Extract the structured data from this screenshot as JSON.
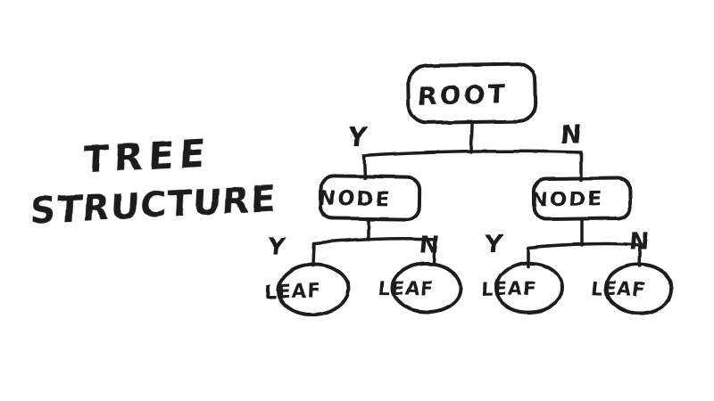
{
  "colors": {
    "ink": "#1c1c1c",
    "background": "#ffffff"
  },
  "title": {
    "line1": "TREE",
    "line2": "STRUCTURE"
  },
  "tree": {
    "root": {
      "label": "ROOT"
    },
    "level1": [
      {
        "edge_label": "Y",
        "label": "NODE"
      },
      {
        "edge_label": "N",
        "label": "NODE"
      }
    ],
    "leaves": [
      {
        "edge_label": "Y",
        "label": "LEAF"
      },
      {
        "edge_label": "N",
        "label": "LEAF"
      },
      {
        "edge_label": "Y",
        "label": "LEAF"
      },
      {
        "edge_label": "N",
        "label": "LEAF"
      }
    ]
  }
}
